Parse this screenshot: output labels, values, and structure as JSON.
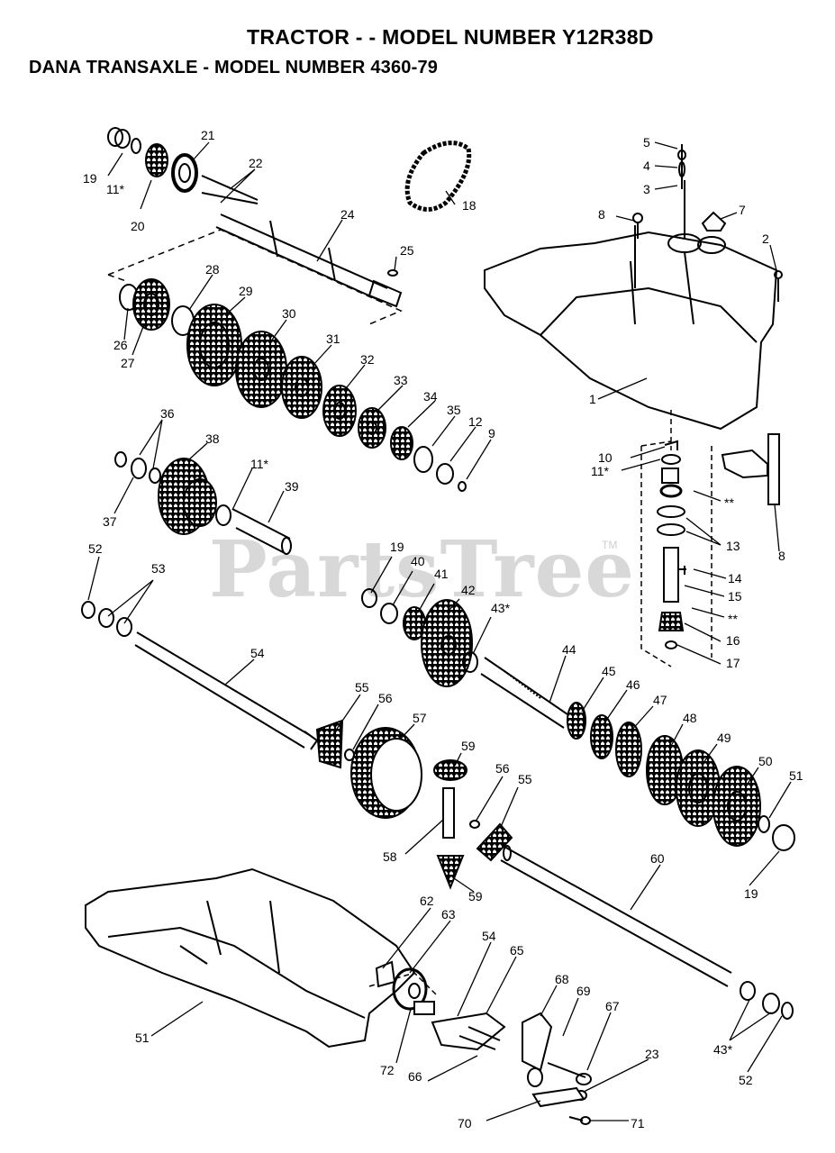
{
  "header": {
    "title": "TRACTOR - - MODEL NUMBER Y12R38D",
    "subtitle": "DANA TRANSAXLE - MODEL NUMBER 4360-79"
  },
  "watermark": {
    "text": "PartsTree",
    "tm": "TM"
  },
  "callouts": [
    {
      "id": "c19a",
      "label": "19"
    },
    {
      "id": "c11a",
      "label": "11*"
    },
    {
      "id": "c20",
      "label": "20"
    },
    {
      "id": "c21",
      "label": "21"
    },
    {
      "id": "c22",
      "label": "22"
    },
    {
      "id": "c18",
      "label": "18"
    },
    {
      "id": "c24",
      "label": "24"
    },
    {
      "id": "c25",
      "label": "25"
    },
    {
      "id": "c26",
      "label": "26"
    },
    {
      "id": "c27",
      "label": "27"
    },
    {
      "id": "c28",
      "label": "28"
    },
    {
      "id": "c29",
      "label": "29"
    },
    {
      "id": "c30",
      "label": "30"
    },
    {
      "id": "c31",
      "label": "31"
    },
    {
      "id": "c32",
      "label": "32"
    },
    {
      "id": "c33",
      "label": "33"
    },
    {
      "id": "c34",
      "label": "34"
    },
    {
      "id": "c35",
      "label": "35"
    },
    {
      "id": "c12",
      "label": "12"
    },
    {
      "id": "c9",
      "label": "9"
    },
    {
      "id": "c36",
      "label": "36"
    },
    {
      "id": "c37",
      "label": "37"
    },
    {
      "id": "c38",
      "label": "38"
    },
    {
      "id": "c11b",
      "label": "11*"
    },
    {
      "id": "c39",
      "label": "39"
    },
    {
      "id": "c5",
      "label": "5"
    },
    {
      "id": "c4",
      "label": "4"
    },
    {
      "id": "c3",
      "label": "3"
    },
    {
      "id": "c8a",
      "label": "8"
    },
    {
      "id": "c7",
      "label": "7"
    },
    {
      "id": "c2",
      "label": "2"
    },
    {
      "id": "c1",
      "label": "1"
    },
    {
      "id": "c10",
      "label": "10"
    },
    {
      "id": "c11c",
      "label": "11*"
    },
    {
      "id": "cdd1",
      "label": "**"
    },
    {
      "id": "c13",
      "label": "13"
    },
    {
      "id": "c8b",
      "label": "8"
    },
    {
      "id": "c14",
      "label": "14"
    },
    {
      "id": "c15",
      "label": "15"
    },
    {
      "id": "cdd2",
      "label": "**"
    },
    {
      "id": "c16",
      "label": "16"
    },
    {
      "id": "c17",
      "label": "17"
    },
    {
      "id": "c52a",
      "label": "52"
    },
    {
      "id": "c53",
      "label": "53"
    },
    {
      "id": "c54a",
      "label": "54"
    },
    {
      "id": "c19b",
      "label": "19"
    },
    {
      "id": "c40",
      "label": "40"
    },
    {
      "id": "c41",
      "label": "41"
    },
    {
      "id": "c42",
      "label": "42"
    },
    {
      "id": "c43a",
      "label": "43*"
    },
    {
      "id": "c44",
      "label": "44"
    },
    {
      "id": "c45",
      "label": "45"
    },
    {
      "id": "c46",
      "label": "46"
    },
    {
      "id": "c47",
      "label": "47"
    },
    {
      "id": "c48",
      "label": "48"
    },
    {
      "id": "c49",
      "label": "49"
    },
    {
      "id": "c50",
      "label": "50"
    },
    {
      "id": "c51a",
      "label": "51"
    },
    {
      "id": "c55a",
      "label": "55"
    },
    {
      "id": "c56a",
      "label": "56"
    },
    {
      "id": "c57",
      "label": "57"
    },
    {
      "id": "c59a",
      "label": "59"
    },
    {
      "id": "c56b",
      "label": "56"
    },
    {
      "id": "c55b",
      "label": "55"
    },
    {
      "id": "c58",
      "label": "58"
    },
    {
      "id": "c59b",
      "label": "59"
    },
    {
      "id": "c19c",
      "label": "19"
    },
    {
      "id": "c60",
      "label": "60"
    },
    {
      "id": "c62",
      "label": "62"
    },
    {
      "id": "c63",
      "label": "63"
    },
    {
      "id": "c54b",
      "label": "54"
    },
    {
      "id": "c65",
      "label": "65"
    },
    {
      "id": "c68",
      "label": "68"
    },
    {
      "id": "c69",
      "label": "69"
    },
    {
      "id": "c67",
      "label": "67"
    },
    {
      "id": "c51b",
      "label": "51"
    },
    {
      "id": "c72",
      "label": "72"
    },
    {
      "id": "c66",
      "label": "66"
    },
    {
      "id": "c23",
      "label": "23"
    },
    {
      "id": "c43b",
      "label": "43*"
    },
    {
      "id": "c52b",
      "label": "52"
    },
    {
      "id": "c70",
      "label": "70"
    },
    {
      "id": "c71",
      "label": "71"
    }
  ]
}
